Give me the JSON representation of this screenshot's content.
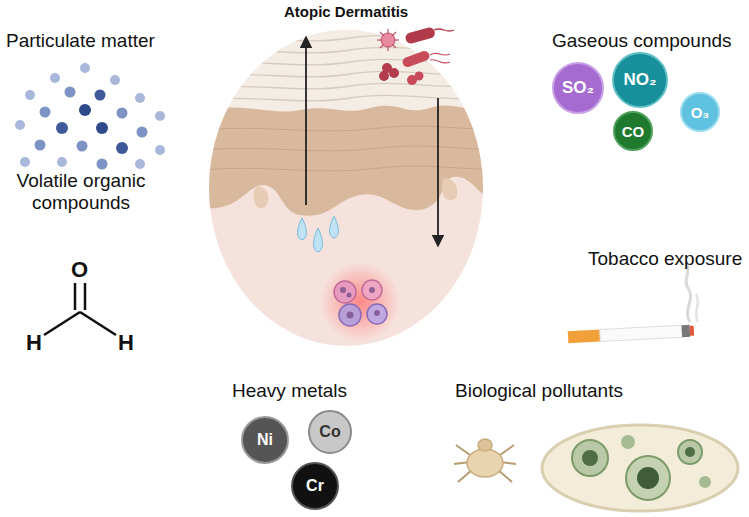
{
  "diagram": {
    "title": "Atopic Dermatitis",
    "nodes": [
      {
        "text": [
          "SO₂"
        ]
      },
      {
        "text": [
          "NO₂"
        ]
      },
      {
        "text": [
          "O₃"
        ]
      },
      {
        "text": [
          "CO"
        ]
      },
      {
        "text": [
          "Co"
        ]
      },
      {
        "text": [
          "Ni"
        ]
      },
      {
        "text": [
          "Cr"
        ]
      }
    ],
    "labels": [
      "Particulate matter",
      "Gaseous compounds",
      "Volatile organic compounds",
      "O",
      "H",
      "H",
      "Tobacco exposure",
      "Heavy metals",
      "Biological pollutants"
    ]
  }
}
